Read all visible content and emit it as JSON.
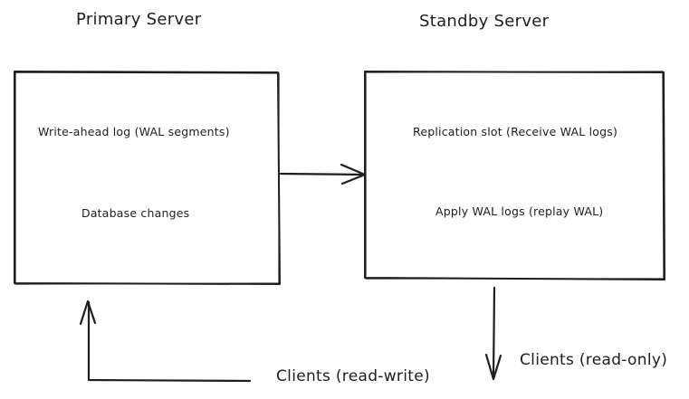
{
  "primary": {
    "title": "Primary Server",
    "line1": "Write-ahead log (WAL segments)",
    "line2": "Database changes"
  },
  "standby": {
    "title": "Standby Server",
    "line1": "Replication slot (Receive WAL logs)",
    "line2": "Apply WAL logs (replay WAL)"
  },
  "clients": {
    "read_write": "Clients (read-write)",
    "read_only": "Clients (read-only)"
  },
  "colors": {
    "stroke": "#1e1e1e",
    "background": "#ffffff"
  }
}
